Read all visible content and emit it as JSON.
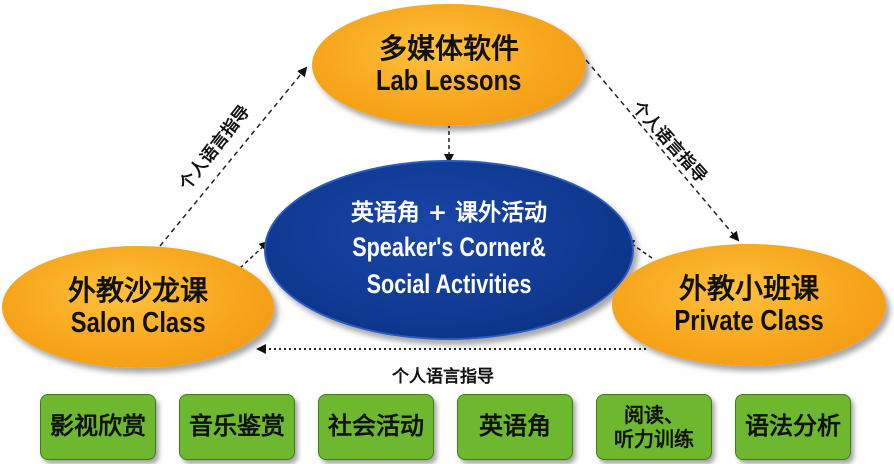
{
  "nodes": {
    "lab": {
      "zh": "多媒体软件",
      "en": "Lab Lessons"
    },
    "center": {
      "zh": "英语角 + 课外活动",
      "en1": "Speaker's Corner&",
      "en2": "Social Activities"
    },
    "salon": {
      "zh": "外教沙龙课",
      "en": "Salon Class"
    },
    "private": {
      "zh": "外教小班课",
      "en": "Private Class"
    }
  },
  "arrow_labels": {
    "left": "个人语言指导",
    "right": "个人语言指导",
    "bottom": "个人语言指导"
  },
  "activities": [
    {
      "line1": "影视欣赏",
      "line2": ""
    },
    {
      "line1": "音乐鉴赏",
      "line2": ""
    },
    {
      "line1": "社会活动",
      "line2": ""
    },
    {
      "line1": "英语角",
      "line2": ""
    },
    {
      "line1": "阅读、",
      "line2": "听力训练"
    },
    {
      "line1": "语法分析",
      "line2": ""
    }
  ],
  "colors": {
    "orange": "#f7a51b",
    "blue": "#0f3890",
    "green": "#6db82e"
  }
}
